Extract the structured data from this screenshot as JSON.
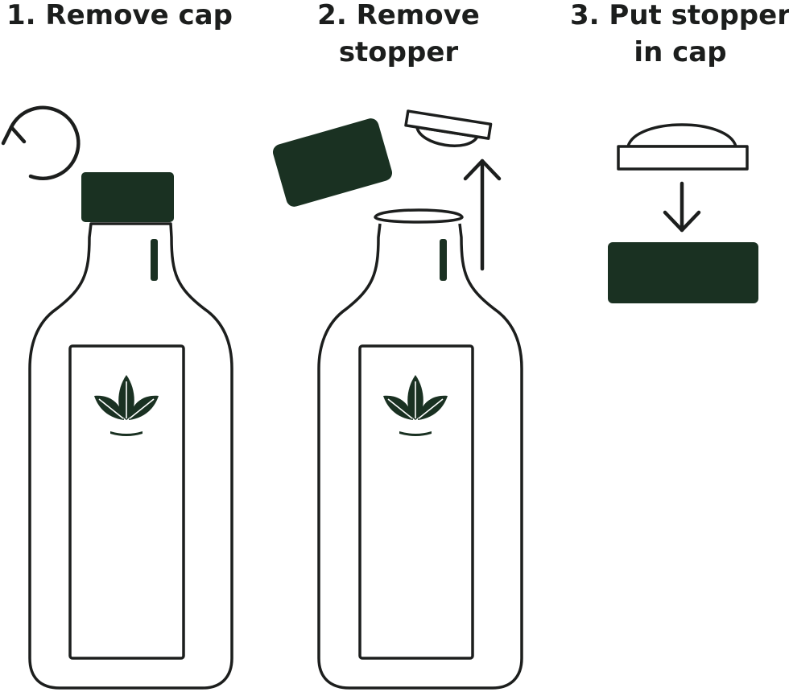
{
  "steps": [
    {
      "label": "1. Remove cap"
    },
    {
      "label": "2. Remove\nstopper"
    },
    {
      "label": "3. Put stopper\nin cap"
    }
  ],
  "colors": {
    "ink": "#1c1e1d",
    "fill": "#1a3122",
    "background": "#ffffff"
  },
  "icons": [
    "rotate-icon",
    "up-arrow-icon",
    "down-arrow-icon",
    "leaf-logo-icon"
  ]
}
